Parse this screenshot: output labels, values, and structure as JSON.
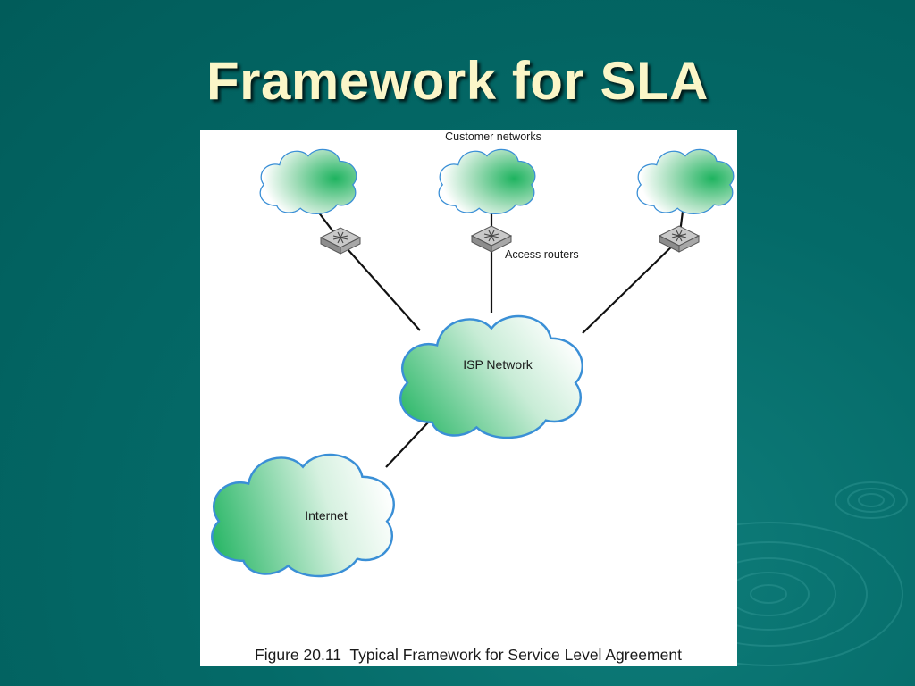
{
  "slide": {
    "title": "Framework for SLA"
  },
  "diagram": {
    "customer_networks_label": "Customer networks",
    "access_routers_label": "Access routers",
    "isp_label": "ISP Network",
    "internet_label": "Internet",
    "caption": "Figure 20.11  Typical Framework for Service Level Agreement",
    "colors": {
      "cloud_fill": "#2eb86a",
      "cloud_edge": "#3a8fd6",
      "router": "#9a9a9a",
      "link": "#111111",
      "background": "#046a68",
      "title": "#fbf6c8"
    }
  }
}
